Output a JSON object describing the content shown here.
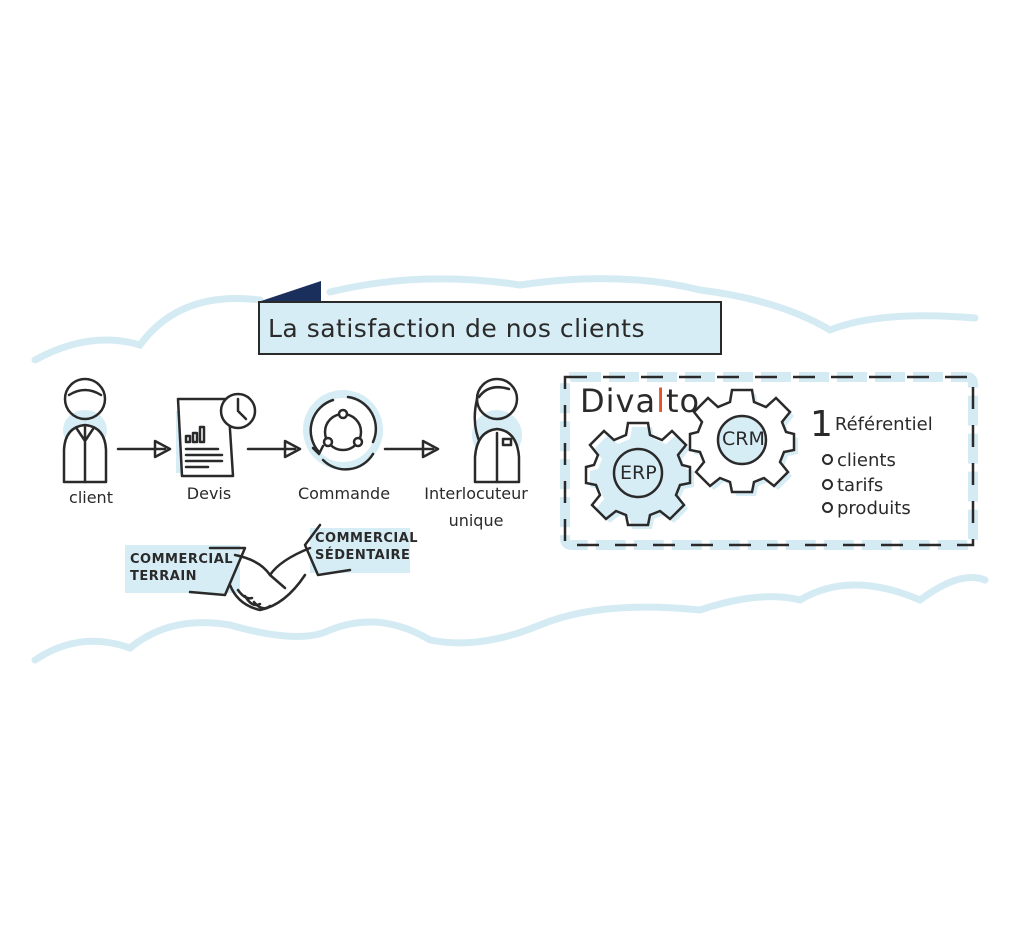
{
  "title": "La satisfaction de nos clients",
  "flow": [
    {
      "label": "client",
      "icon": "person-icon"
    },
    {
      "label": "Devis",
      "icon": "quote-document-icon"
    },
    {
      "label": "Commande",
      "icon": "order-cycle-icon"
    },
    {
      "label": "Interlocuteur",
      "label2": "unique",
      "icon": "contact-person-icon"
    }
  ],
  "handshake": {
    "left_label_1": "COMMERCIAL",
    "left_label_2": "TERRAIN",
    "right_label_1": "COMMERCIAL",
    "right_label_2": "SÉDENTAIRE"
  },
  "divalto": {
    "brand_a": "Diva",
    "brand_bar": "l",
    "brand_b": "to",
    "gear_1": "ERP",
    "gear_2": "CRM",
    "ref_number": "1",
    "ref_label": "Référentiel",
    "items": [
      "clients",
      "tarifs",
      "produits"
    ]
  },
  "colors": {
    "accent_fill": "#d7edf6",
    "tab": "#1b2f5c",
    "brand_bar": "#e0542a",
    "ink": "#2a2a2a"
  }
}
